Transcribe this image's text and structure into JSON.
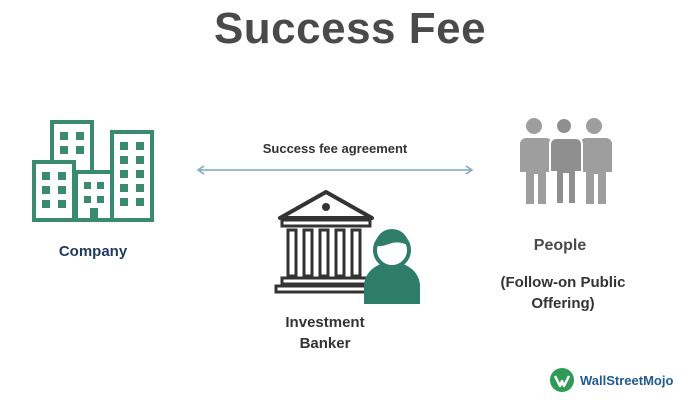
{
  "title": "Success Fee",
  "diagram": {
    "company_label": "Company",
    "agreement_label": "Success fee agreement",
    "people_label": "People",
    "people_sub_line1": "(Follow-on Public",
    "people_sub_line2": "Offering)",
    "banker_line1": "Investment",
    "banker_line2": "Banker"
  },
  "brand": {
    "name": "WallStreetMojo"
  },
  "colors": {
    "building_green": "#3a8a6e",
    "people_gray": "#9e9e9e",
    "person_green": "#2e7d68",
    "arrow": "#7aa6c2",
    "title": "#4a4a4a"
  }
}
